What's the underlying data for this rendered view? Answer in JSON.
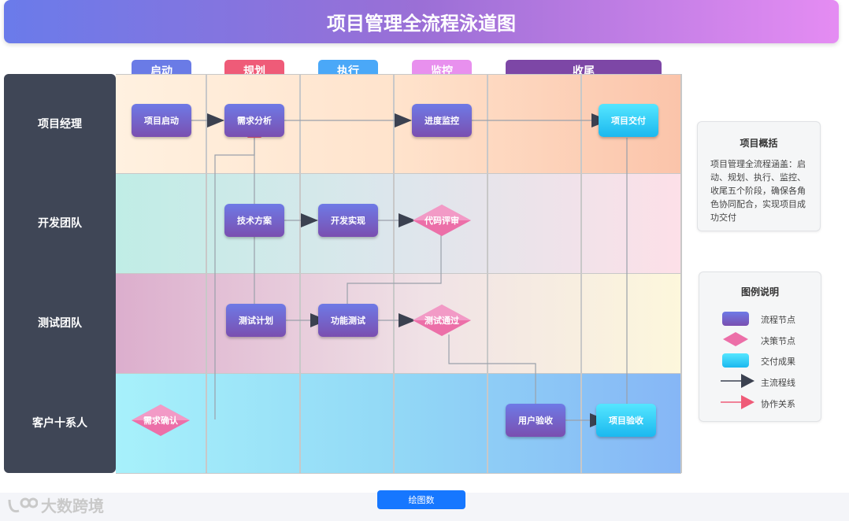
{
  "title": "项目管理全流程泳道图",
  "phases": [
    "启动",
    "规划",
    "执行",
    "监控",
    "收尾"
  ],
  "phase_colors": [
    "#6a7be6",
    "#ef5b78",
    "#4aa8f8",
    "#e890ee",
    "#7d47a6"
  ],
  "roles": [
    "项目经理",
    "开发团队",
    "测试团队",
    "客户十系人"
  ],
  "nodes": {
    "start": "项目启动",
    "req": "需求分析",
    "monitor": "进度监控",
    "deliver": "项目交付",
    "tech": "技术方案",
    "dev": "开发实现",
    "review": "代码评审",
    "testplan": "测试计划",
    "functest": "功能测试",
    "testpass": "测试通过",
    "confirm": "需求确认",
    "uat": "用户验收",
    "accept": "项目验收"
  },
  "overview": {
    "title": "项目概括",
    "text": "项目管理全流程涵盖：启动、规划、执行、监控、收尾五个阶段，确保各角色协同配合，实现项目成功交付"
  },
  "legend": {
    "title": "图例说明",
    "items": [
      "流程节点",
      "决策节点",
      "交付成果",
      "主流程线",
      "协作关系"
    ]
  },
  "button": "绘图数",
  "watermark": "大数跨境",
  "colors": {
    "main_arrow": "#3b4150",
    "collab_arrow": "#ef5b78",
    "process": "#7060c8",
    "deliver": "#1bb8ef",
    "decision": "#ec6fa8"
  }
}
